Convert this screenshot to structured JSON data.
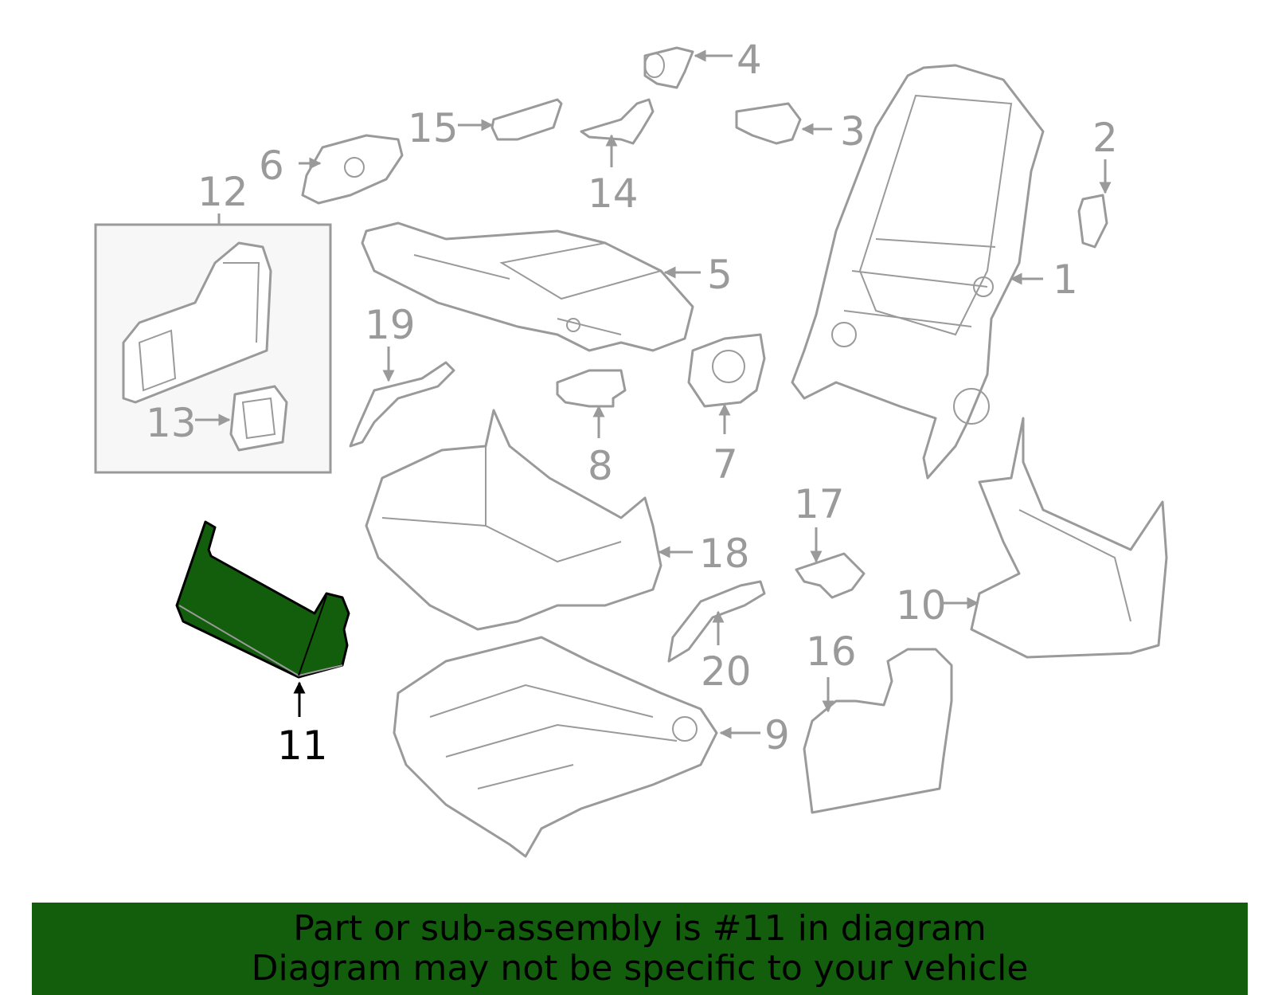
{
  "highlight_color": "#135e0d",
  "callouts": {
    "c1": "1",
    "c2": "2",
    "c3": "3",
    "c4": "4",
    "c5": "5",
    "c6": "6",
    "c7": "7",
    "c8": "8",
    "c9": "9",
    "c10": "10",
    "c11": "11",
    "c12": "12",
    "c13": "13",
    "c14": "14",
    "c15": "15",
    "c16": "16",
    "c17": "17",
    "c18": "18",
    "c19": "19",
    "c20": "20"
  },
  "highlighted_part": "11",
  "banner": {
    "line1": "Part or sub-assembly is #11 in diagram",
    "line2": "Diagram may not be specific to your vehicle"
  }
}
